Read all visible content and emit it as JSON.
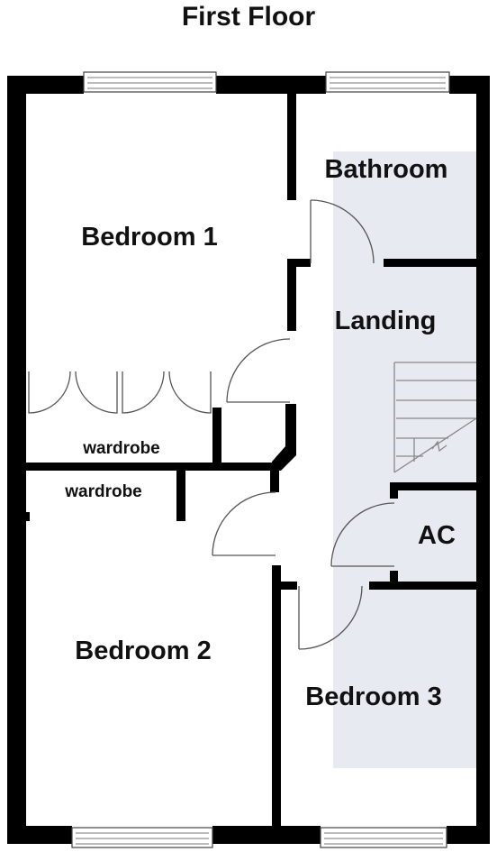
{
  "floor_title": "First Floor",
  "rooms": {
    "bedroom1": "Bedroom 1",
    "bedroom2": "Bedroom 2",
    "bedroom3": "Bedroom 3",
    "bathroom": "Bathroom",
    "landing": "Landing",
    "ac": "AC",
    "wardrobe_upper": "wardrobe",
    "wardrobe_lower": "wardrobe"
  },
  "colors": {
    "wall": "#000000",
    "highlight": "#e7ebf1",
    "background": "#ffffff"
  }
}
